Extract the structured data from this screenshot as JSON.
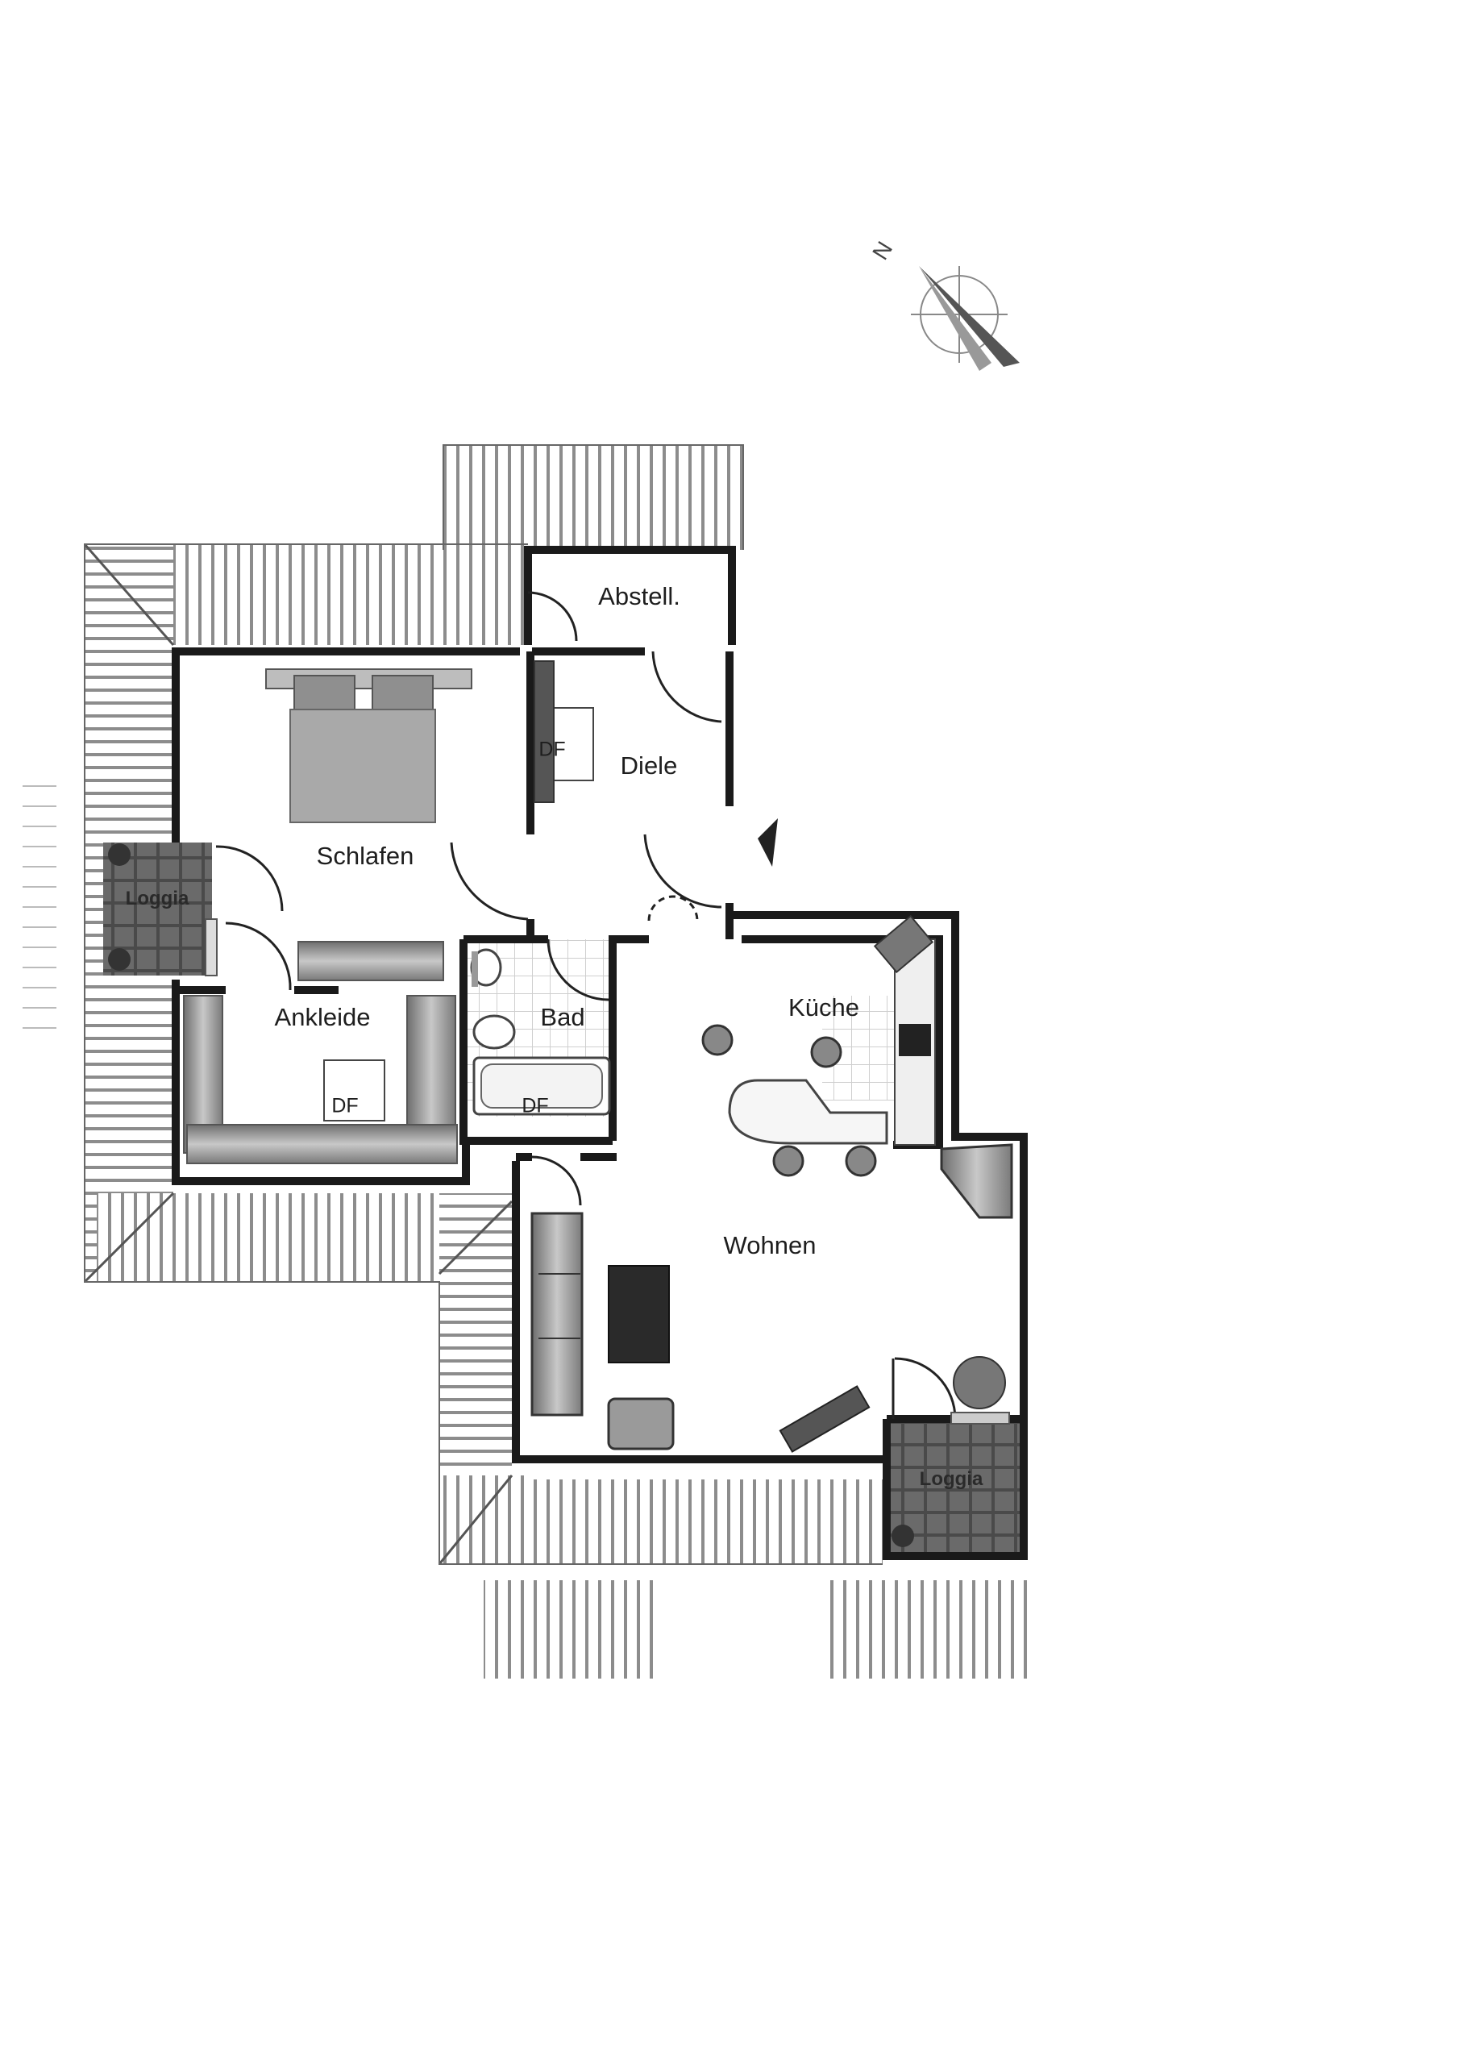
{
  "rooms": {
    "abstell": "Abstell.",
    "schlafen": "Schlafen",
    "diele": "Diele",
    "loggia_west": "Loggia",
    "ankleide": "Ankleide",
    "bad": "Bad",
    "kueche": "Küche",
    "wohnen": "Wohnen",
    "loggia_east": "Loggia"
  },
  "markers": {
    "df_diele": "DF",
    "df_ankleide": "DF",
    "df_bad": "DF"
  },
  "compass": {
    "north": "N"
  },
  "colors": {
    "wall": "#1a1a1a",
    "roof_hatch": "#8c8c8c",
    "furniture": "#9a9a9a",
    "tile": "#3c3c3c"
  }
}
